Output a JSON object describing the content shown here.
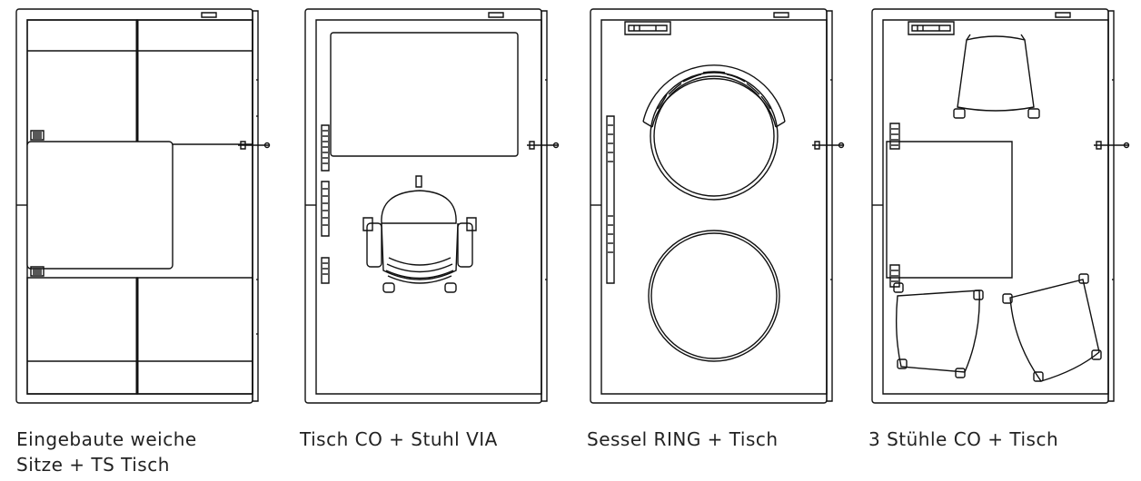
{
  "colors": {
    "line": "#111111",
    "fill": "#ffffff",
    "text": "#222222"
  },
  "variants": [
    {
      "caption_line1": "Eingebaute weiche",
      "caption_line2": "Sitze + TS Tisch"
    },
    {
      "caption_line1": "Tisch CO + Stuhl VIA",
      "caption_line2": ""
    },
    {
      "caption_line1": "Sessel RING + Tisch",
      "caption_line2": ""
    },
    {
      "caption_line1": "3 Stühle CO + Tisch",
      "caption_line2": ""
    }
  ]
}
